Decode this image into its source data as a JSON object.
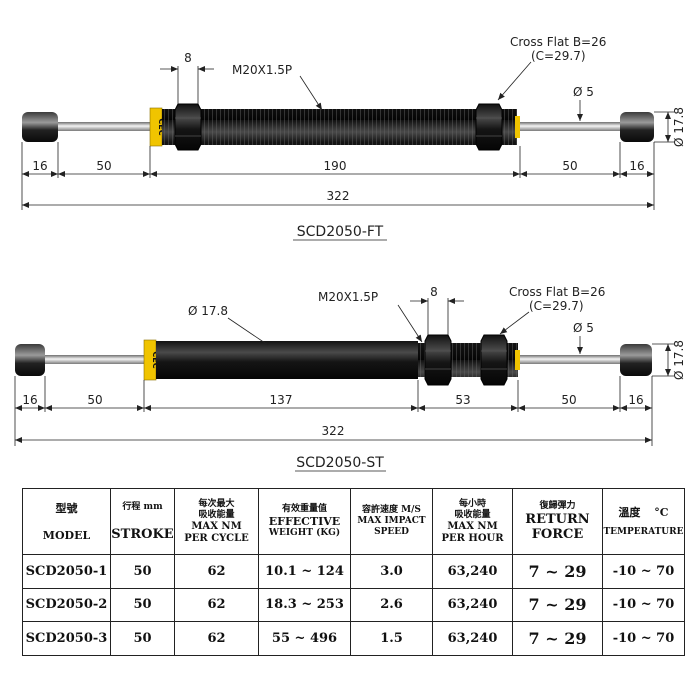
{
  "drawing_ft": {
    "title": "SCD2050-FT",
    "thread": "M20X1.5P",
    "nut_width": "8",
    "cross_flat": "Cross Flat B=26",
    "cross_flat_c": "(C=29.7)",
    "rod_dia": "Ø 5",
    "cap_dia": "Ø 17.8",
    "brand": "CEC",
    "dims": [
      "16",
      "50",
      "190",
      "50",
      "16"
    ],
    "overall": "322"
  },
  "drawing_st": {
    "title": "SCD2050-ST",
    "body_dia": "Ø 17.8",
    "thread": "M20X1.5P",
    "nut_width": "8",
    "cross_flat": "Cross Flat B=26",
    "cross_flat_c": "(C=29.7)",
    "rod_dia": "Ø 5",
    "cap_dia": "Ø 17.8",
    "brand": "CEC",
    "dims": [
      "16",
      "50",
      "137",
      "53",
      "50",
      "16"
    ],
    "overall": "322"
  },
  "table": {
    "headers": {
      "model_zh": "型號",
      "model_en": "MODEL",
      "stroke_zh": "行程 mm",
      "stroke_en": "STROKE",
      "maxnm_cycle_zh": "每次最大\n吸收能量",
      "maxnm_cycle_en1": "MAX NM",
      "maxnm_cycle_en2": "PER CYCLE",
      "weight_zh": "有效重量值",
      "weight_en1": "EFFECTIVE",
      "weight_en2": "WEIGHT (KG)",
      "speed_zh": "容許速度 M/S",
      "speed_en1": "MAX IMPACT",
      "speed_en2": "SPEED",
      "hour_zh1": "每小時",
      "hour_zh2": "吸收能量",
      "hour_en1": "MAX NM",
      "hour_en2": "PER HOUR",
      "return_zh": "復歸彈力",
      "return_en1": "RETURN",
      "return_en2": "FORCE",
      "temp_zh": "溫度",
      "temp_unit": "°C",
      "temp_en": "TEMPERATURE"
    },
    "rows": [
      {
        "model": "SCD2050-1",
        "stroke": "50",
        "nm_cycle": "62",
        "weight": "10.1 ~ 124",
        "speed": "3.0",
        "nm_hour": "63,240",
        "return_force": "7 ~ 29",
        "temp": "-10 ~ 70"
      },
      {
        "model": "SCD2050-2",
        "stroke": "50",
        "nm_cycle": "62",
        "weight": "18.3 ~ 253",
        "speed": "2.6",
        "nm_hour": "63,240",
        "return_force": "7 ~ 29",
        "temp": "-10 ~ 70"
      },
      {
        "model": "SCD2050-3",
        "stroke": "50",
        "nm_cycle": "62",
        "weight": "55 ~ 496",
        "speed": "1.5",
        "nm_hour": "63,240",
        "return_force": "7 ~ 29",
        "temp": "-10 ~ 70"
      }
    ]
  }
}
